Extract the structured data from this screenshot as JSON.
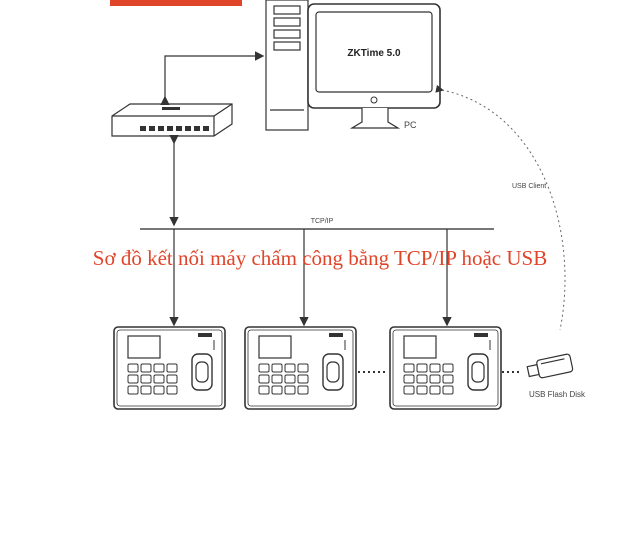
{
  "diagram": {
    "caption": "Sơ đồ kết nối máy chấm công bằng TCP/IP hoặc USB",
    "network_label": "TCP/IP",
    "monitor_screen_text": "ZKTime 5.0",
    "pc_label": "PC",
    "usb_client_label": "USB Client",
    "flash_disk_label": "USB Flash Disk",
    "colors": {
      "accent": "#e0452a",
      "line": "#333333"
    }
  }
}
